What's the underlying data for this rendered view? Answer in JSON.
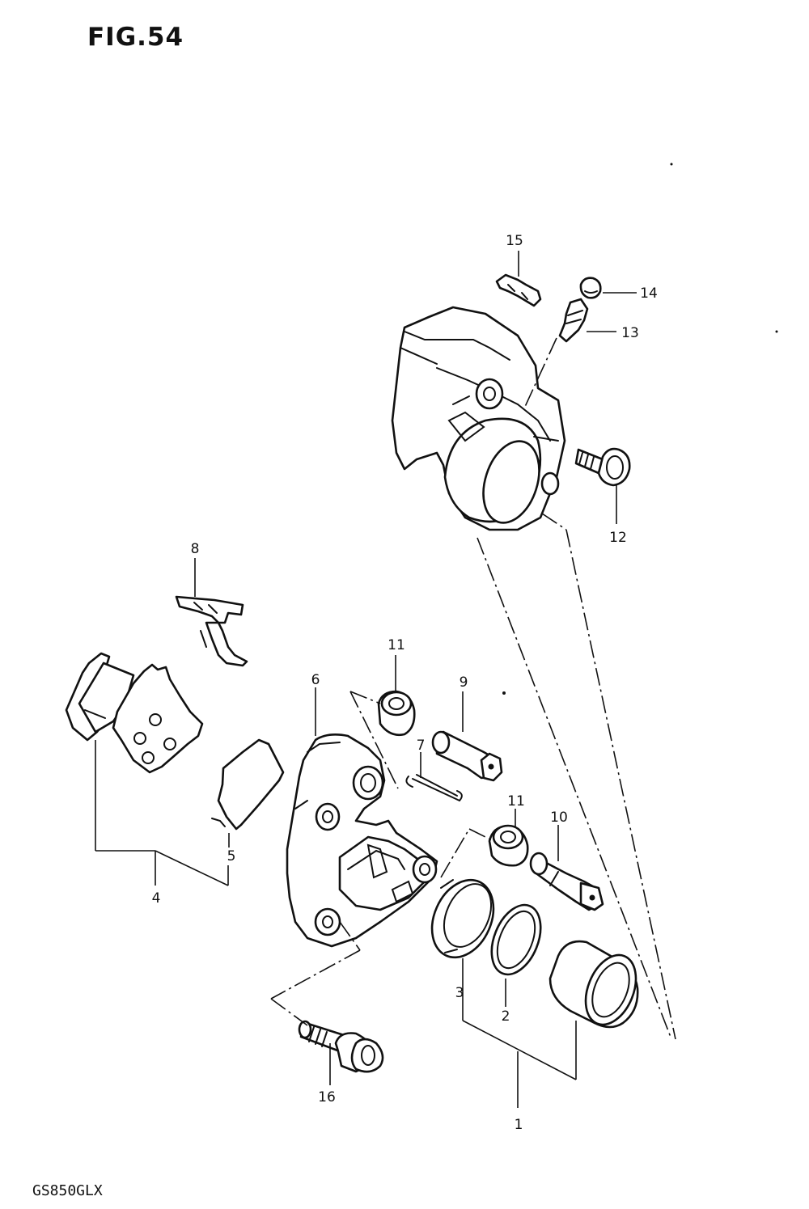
{
  "figure": {
    "title": "FIG.54",
    "model": "GS850GLX"
  },
  "callouts": {
    "c1": "1",
    "c2": "2",
    "c3": "3",
    "c4": "4",
    "c5": "5",
    "c6": "6",
    "c7": "7",
    "c8": "8",
    "c9": "9",
    "c10": "10",
    "c11a": "11",
    "c11b": "11",
    "c12": "12",
    "c13": "13",
    "c14": "14",
    "c15": "15",
    "c16": "16"
  }
}
